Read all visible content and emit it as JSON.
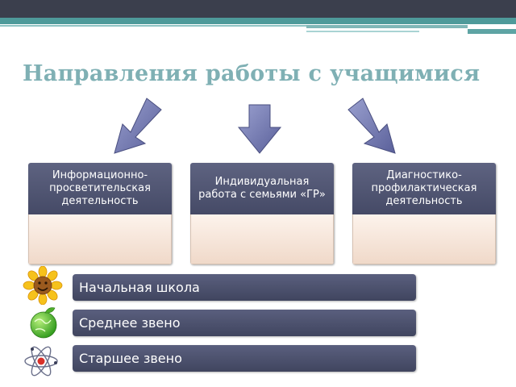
{
  "title": "Направления работы с учащимися",
  "directions": [
    {
      "label": "Информационно-просветительская деятельность"
    },
    {
      "label": "Индивидуальная работа с семьями «ГР»"
    },
    {
      "label": "Диагностико-профилактическая деятельность"
    }
  ],
  "levels": [
    {
      "label": "Начальная школа",
      "icon": "sunflower-icon"
    },
    {
      "label": "Среднее звено",
      "icon": "globe-icon"
    },
    {
      "label": "Старшее звено",
      "icon": "atom-icon"
    }
  ],
  "colors": {
    "title": "#7fb0b4",
    "box_header": "#4f5470",
    "box_body": "#f6e4d8",
    "level_bar": "#4b5070",
    "arrow": "#6e74a8",
    "top_bar": "#3b3f4d",
    "accent_teal": "#4e9a9a"
  }
}
